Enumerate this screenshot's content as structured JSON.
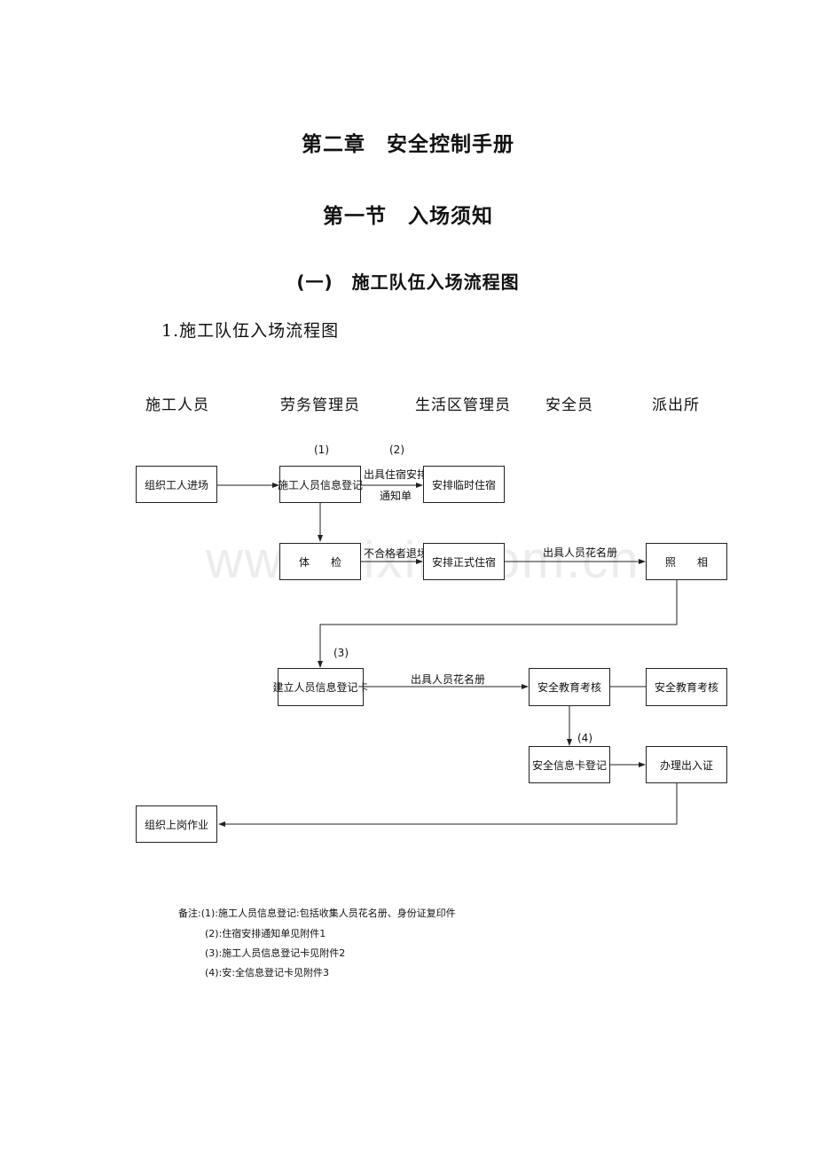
{
  "headings": {
    "chapter": "第二章　安全控制手册",
    "section": "第一节　入场须知",
    "subsection": "(一)　施工队伍入场流程图",
    "item": "1.施工队伍入场流程图"
  },
  "columns": [
    "施工人员",
    "劳务管理员",
    "生活区管理员",
    "安全员",
    "派出所"
  ],
  "steps": {
    "s1": "(1)",
    "s2": "(2)",
    "s3": "(3)",
    "s4": "(4)"
  },
  "boxes": {
    "organize_workers": "组织工人进场",
    "register_info": "施工人员信息登记",
    "temp_lodging": "安排临时住宿",
    "physical_exam": "体　　检",
    "formal_lodging": "安排正式住宿",
    "photo": "照　　相",
    "build_card": "建立人员信息登记卡",
    "safety_edu_1": "安全教育考核",
    "safety_edu_2": "安全教育考核",
    "safety_card": "安全信息卡登记",
    "access_pass": "办理出入证",
    "start_work": "组织上岗作业"
  },
  "arrow_labels": {
    "lodging_notice_1": "出具住宿安排",
    "lodging_notice_2": "通知单",
    "unqualified": "不合格者退场",
    "roster_1": "出具人员花名册",
    "roster_2": "出具人员花名册"
  },
  "notes": [
    "备注:(1):施工人员信息登记:包括收集人员花名册、身份证复印件",
    "(2):住宿安排通知单见附件1",
    "(3):施工人员信息登记卡见附件2",
    "(4):安:全信息登记卡见附件3"
  ],
  "watermark": "www.zixin.com.cn"
}
